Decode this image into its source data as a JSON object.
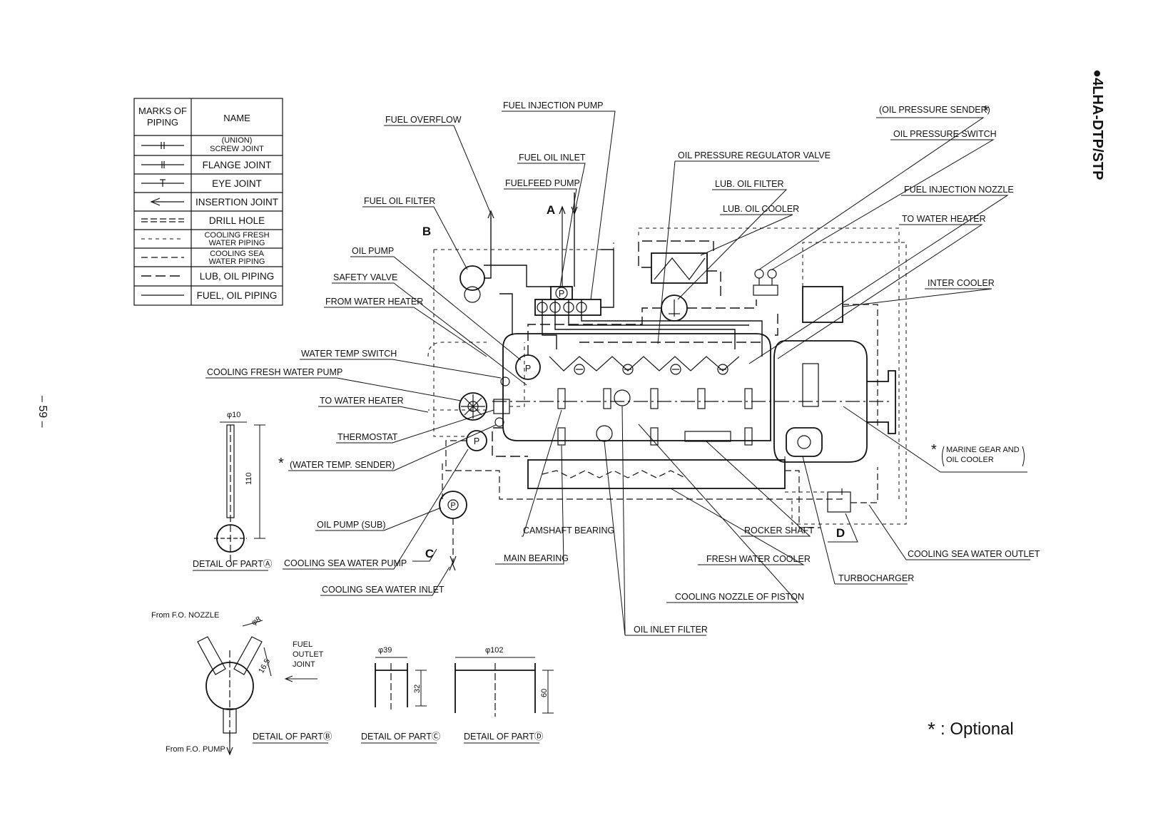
{
  "header": {
    "model": "●4LHA-DTP/STP",
    "page_number": "– 59 –"
  },
  "legend": {
    "col_marks": "MARKS OF PIPING",
    "col_name": "NAME",
    "rows": [
      {
        "name_line1": "(UNION)",
        "name_line2": "SCREW JOINT"
      },
      {
        "name_line1": "FLANGE JOINT"
      },
      {
        "name_line1": "EYE JOINT"
      },
      {
        "name_line1": "INSERTION JOINT"
      },
      {
        "name_line1": "DRILL HOLE"
      },
      {
        "name_line1": "COOLING   FRESH",
        "name_line2": "WATER   PIPING"
      },
      {
        "name_line1": "COOLING SEA",
        "name_line2": "WATER   PIPING"
      },
      {
        "name_line1": "LUB, OIL PIPING"
      },
      {
        "name_line1": "FUEL, OIL PIPING"
      }
    ]
  },
  "labels": {
    "fuel_overflow": "FUEL OVERFLOW",
    "fuel_injection_pump": "FUEL INJECTION PUMP",
    "fuel_oil_inlet": "FUEL OIL INLET",
    "fuelfeed_pump": "FUELFEED PUMP",
    "fuel_oil_filter": "FUEL OIL FILTER",
    "oil_pump": "OIL PUMP",
    "safety_valve": "SAFETY VALVE",
    "from_water_heater": "FROM WATER HEATER",
    "water_temp_switch": "WATER TEMP SWITCH",
    "cooling_fresh_water_pump": "COOLING FRESH WATER PUMP",
    "to_water_heater_left": "TO WATER HEATER",
    "thermostat": "THERMOSTAT",
    "water_temp_sender": "(WATER TEMP. SENDER)",
    "oil_pump_sub": "OIL PUMP (SUB)",
    "cooling_sea_water_pump": "COOLING SEA WATER PUMP",
    "cooling_sea_water_inlet": "COOLING SEA WATER INLET",
    "camshaft_bearing": "CAMSHAFT BEARING",
    "main_bearing": "MAIN BEARING",
    "oil_inlet_filter": "OIL INLET FILTER",
    "cooling_nozzle_of_piston": "COOLING NOZZLE OF PISTON",
    "fresh_water_cooler": "FRESH WATER COOLER",
    "rocker_shaft": "ROCKER SHAFT",
    "turbocharger": "TURBOCHARGER",
    "cooling_sea_water_outlet": "COOLING SEA WATER OUTLET",
    "marine_gear_line1": "MARINE GEAR AND",
    "marine_gear_line2": "OIL COOLER",
    "inter_cooler": "INTER COOLER",
    "to_water_heater_right": "TO WATER HEATER",
    "fuel_injection_nozzle": "FUEL INJECTION NOZZLE",
    "oil_pressure_switch": "OIL PRESSURE SWITCH",
    "oil_pressure_sender": "(OIL PRESSURE SENDER)",
    "lub_oil_cooler": "LUB. OIL COOLER",
    "lub_oil_filter": "LUB. OIL FILTER",
    "oil_pressure_regulator_valve": "OIL PRESSURE REGULATOR VALVE"
  },
  "markers": {
    "a": "A",
    "b": "B",
    "c": "C",
    "d": "D",
    "pump": "P",
    "star": "*"
  },
  "details": {
    "a": {
      "caption": "DETAIL OF PARTⒶ",
      "dim_dia": "φ10",
      "dim_len": "110"
    },
    "b": {
      "caption": "DETAIL OF PARTⒷ",
      "from_nozzle": "From F.O. NOZZLE",
      "from_pump": "From F.O. PUMP",
      "dim_dia": "φ8",
      "dim_len": "16.5",
      "joint_l1": "FUEL",
      "joint_l2": "OUTLET",
      "joint_l3": "JOINT"
    },
    "c": {
      "caption": "DETAIL OF PARTⒸ",
      "dim_dia": "φ39",
      "dim_h": "32"
    },
    "d": {
      "caption": "DETAIL OF PARTⒹ",
      "dim_dia": "φ102",
      "dim_h": "60"
    }
  },
  "footnote": {
    "mark": "*",
    "text": ": Optional"
  }
}
